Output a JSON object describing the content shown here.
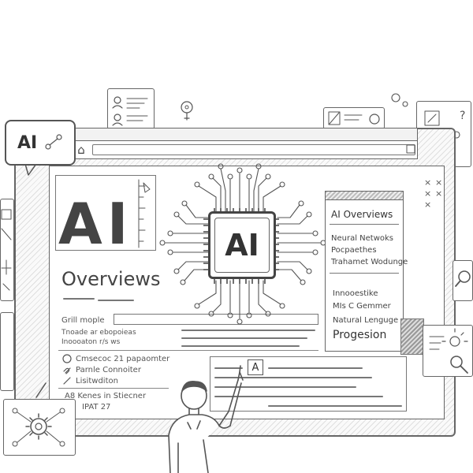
{
  "bubble": {
    "label": "AI"
  },
  "headline": {
    "title": "AI",
    "subtitle": "Overviews"
  },
  "chip": {
    "label": "AI"
  },
  "left_lines": {
    "search_label": "Grill mople",
    "line2": "Tnoade ar ebopoieas",
    "line3": "Inoooaton r/s ws"
  },
  "bullets": [
    {
      "icon": "circle",
      "text": "Cmsecoc 21 papaomter"
    },
    {
      "icon": "link",
      "text": "Parnle Connoiter"
    },
    {
      "icon": "slash",
      "text": "Lisitwditon"
    }
  ],
  "footer_lines": {
    "line1": "A8 Kenes in Stiecner",
    "line2": "IPAT 27"
  },
  "right_panel": {
    "title": "AI Overviews",
    "items": [
      "Neural Netwoks",
      "Pocpaethes",
      "Trahamet Wodunge"
    ],
    "items2": [
      "Innooestike",
      "MIs C Gemmer",
      "Natural Lenguge"
    ],
    "footer": "Progesion"
  },
  "bottom_panel": {
    "badge": "A"
  },
  "icons": {
    "nav": [
      "back-icon",
      "forward-icon",
      "home-icon"
    ],
    "close": [
      "close-icon-1",
      "close-icon-2",
      "close-icon-3"
    ]
  }
}
